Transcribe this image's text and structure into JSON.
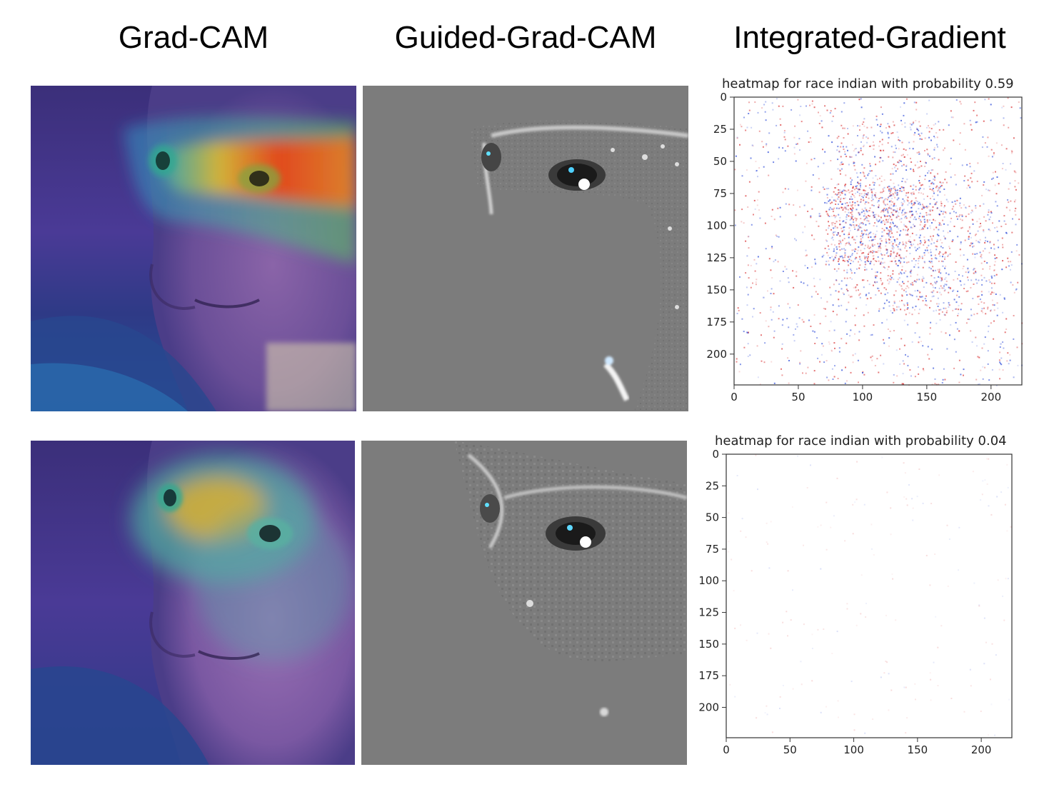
{
  "columns": {
    "gradcam": "Grad-CAM",
    "guided": "Guided-Grad-CAM",
    "integrated": "Integrated-Gradient"
  },
  "rows": [
    {
      "heatmap_title": "heatmap for race indian with probability 0.59",
      "intensity": "strong"
    },
    {
      "heatmap_title": "heatmap for race indian with probability 0.04",
      "intensity": "faint"
    }
  ],
  "heatmap_axes": {
    "x_ticks": [
      "0",
      "50",
      "100",
      "150",
      "200"
    ],
    "y_ticks": [
      "0",
      "25",
      "50",
      "75",
      "100",
      "125",
      "150",
      "175",
      "200"
    ],
    "x_range": [
      0,
      224
    ],
    "y_range": [
      0,
      224
    ]
  },
  "colors": {
    "positive": "#d62728",
    "negative": "#1f3fd6",
    "gray_bg": "#7c7c7c"
  }
}
